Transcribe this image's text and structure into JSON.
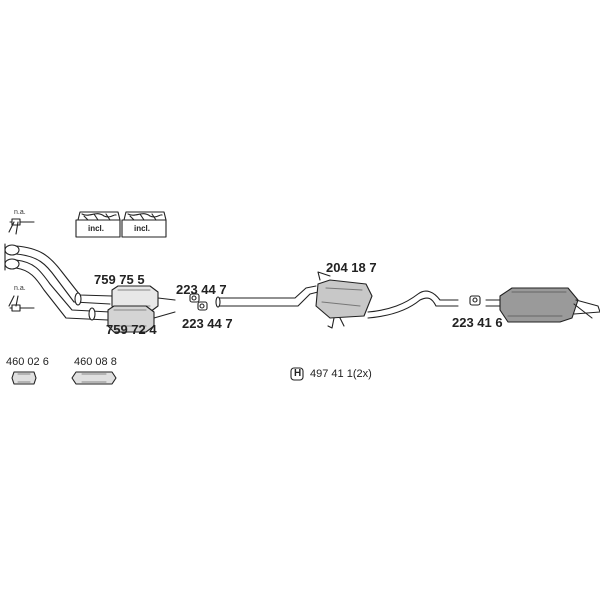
{
  "parts": {
    "front_pipe_a": "759 75 5",
    "front_pipe_b": "759 72 4",
    "clamp_top": "223 44 7",
    "clamp_bottom": "223 44 7",
    "middle_silencer": "204 18 7",
    "rear_clamp": "223 41 6",
    "connector_a": "460 02 6",
    "connector_b": "460 08 8",
    "mount_kit": "497 41 1",
    "mount_kit_qty": "(2x)"
  },
  "notes": {
    "sensor_top": "n.a.",
    "sensor_bottom": "n.a.",
    "kit_left": "incl.",
    "kit_right": "incl.",
    "mount_symbol": "H"
  },
  "colors": {
    "line": "#222222",
    "fill": "#ffffff",
    "shade": "#9a9a9a",
    "dark": "#555555"
  }
}
